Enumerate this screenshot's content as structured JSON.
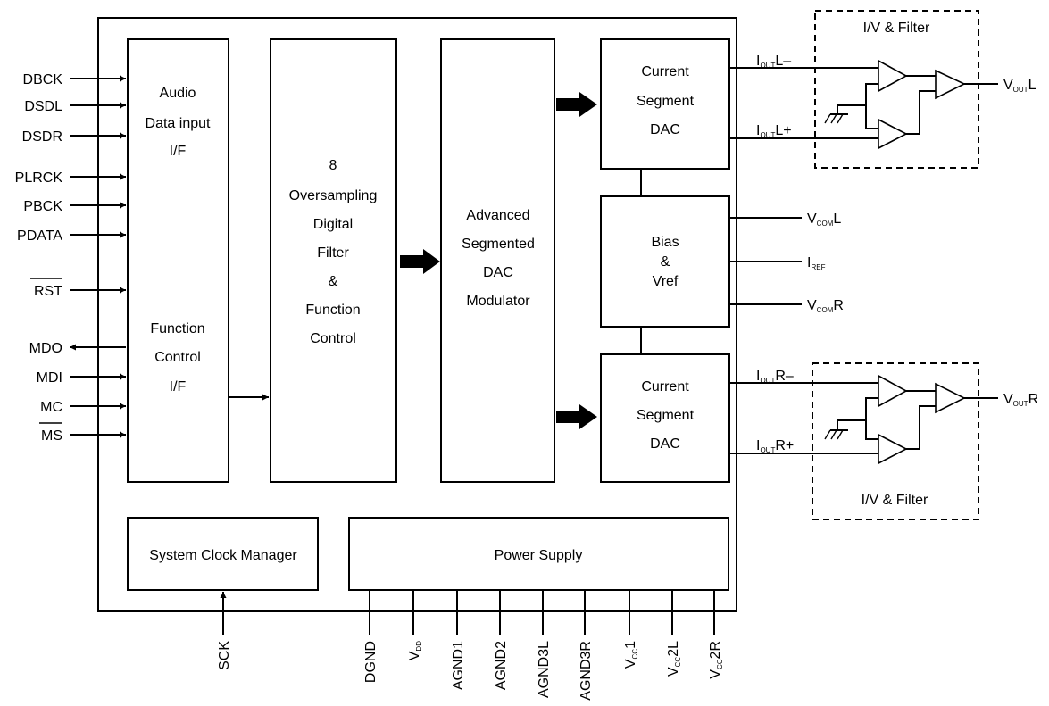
{
  "left_pins": {
    "dbck": "DBCK",
    "dsdl": "DSDL",
    "dsdr": "DSDR",
    "plrck": "PLRCK",
    "pbck": "PBCK",
    "pdata": "PDATA",
    "rst": "RST",
    "mdo": "MDO",
    "mdi": "MDI",
    "mc": "MC",
    "ms": "MS"
  },
  "blocks": {
    "audio_if": [
      "Audio",
      "Data input",
      "I/F"
    ],
    "function_if": [
      "Function",
      "Control",
      "I/F"
    ],
    "filter": [
      "8",
      "Oversampling",
      "Digital",
      "Filter",
      "&",
      "Function",
      "Control"
    ],
    "modulator": [
      "Advanced",
      "Segmented",
      "DAC",
      "Modulator"
    ],
    "dac_left": [
      "Current",
      "Segment",
      "DAC"
    ],
    "bias": [
      "Bias",
      "&",
      "Vref"
    ],
    "dac_right": [
      "Current",
      "Segment",
      "DAC"
    ],
    "clock": "System Clock Manager",
    "power": "Power Supply"
  },
  "filters": {
    "top": "I/V & Filter",
    "bottom": "I/V & Filter"
  },
  "right_signals": {
    "ioutl_minus": {
      "main": "I",
      "sub": "OUT",
      "suffix": "L–"
    },
    "ioutl_plus": {
      "main": "I",
      "sub": "OUT",
      "suffix": "L+"
    },
    "voutl": {
      "main": "V",
      "sub": "OUT",
      "suffix": "L"
    },
    "vcoml": {
      "main": "V",
      "sub": "COM",
      "suffix": "L"
    },
    "iref": {
      "main": "I",
      "sub": "REF",
      "suffix": ""
    },
    "vcomr": {
      "main": "V",
      "sub": "COM",
      "suffix": "R"
    },
    "ioutr_minus": {
      "main": "I",
      "sub": "OUT",
      "suffix": "R–"
    },
    "ioutr_plus": {
      "main": "I",
      "sub": "OUT",
      "suffix": "R+"
    },
    "voutr": {
      "main": "V",
      "sub": "OUT",
      "suffix": "R"
    }
  },
  "bottom_pins": {
    "sck": {
      "main": "SCK",
      "sub": "",
      "suffix": ""
    },
    "dgnd": {
      "main": "DGND",
      "sub": "",
      "suffix": ""
    },
    "vdd": {
      "main": "V",
      "sub": "DD",
      "suffix": ""
    },
    "agnd1": {
      "main": "AGND1",
      "sub": "",
      "suffix": ""
    },
    "agnd2": {
      "main": "AGND2",
      "sub": "",
      "suffix": ""
    },
    "agnd3l": {
      "main": "AGND3L",
      "sub": "",
      "suffix": ""
    },
    "agnd3r": {
      "main": "AGND3R",
      "sub": "",
      "suffix": ""
    },
    "vcc1": {
      "main": "V",
      "sub": "CC",
      "suffix": "1"
    },
    "vcc2l": {
      "main": "V",
      "sub": "CC",
      "suffix": "2L"
    },
    "vcc2r": {
      "main": "V",
      "sub": "CC",
      "suffix": "2R"
    }
  }
}
